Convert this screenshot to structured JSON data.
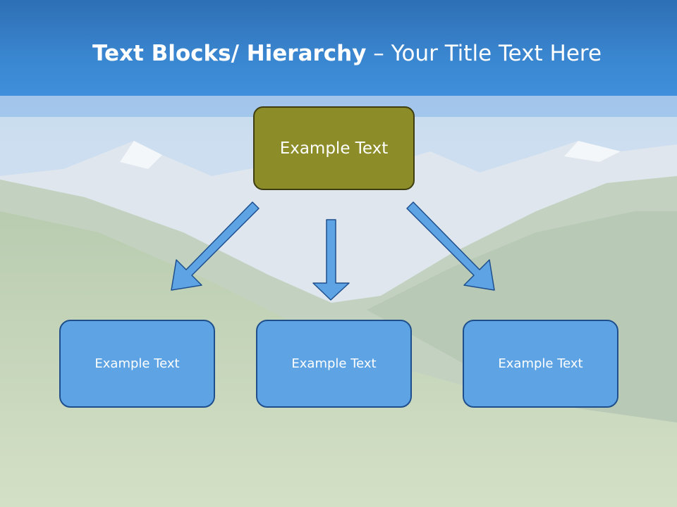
{
  "title": {
    "bold": "Text Blocks/ Hierarchy",
    "dash": " – ",
    "rest": "Your Title Text Here"
  },
  "diagram": {
    "top_box": "Example Text",
    "children": [
      "Example Text",
      "Example Text",
      "Example Text"
    ]
  },
  "colors": {
    "header": "#3a86d0",
    "top_box_fill": "#8c8c28",
    "child_fill": "#5ea4e4",
    "arrow_fill": "#5ea4e4",
    "border": "#1e4f8c"
  }
}
